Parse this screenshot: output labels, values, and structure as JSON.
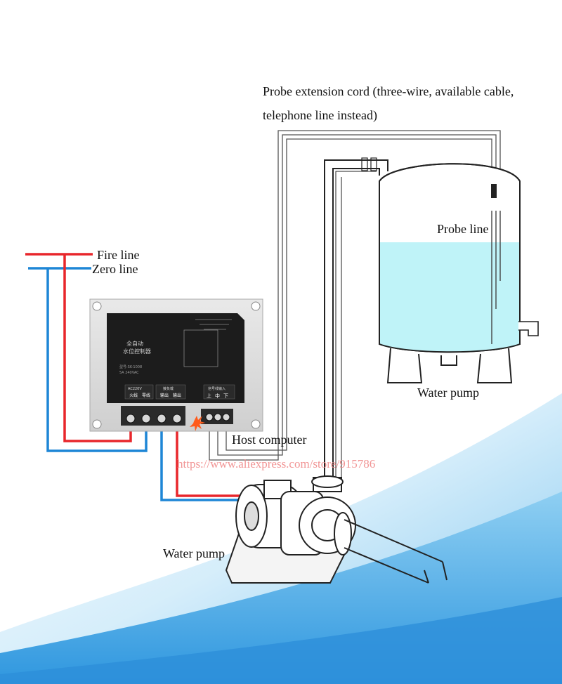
{
  "labels": {
    "probe_extension": "Probe extension cord (three-wire, available cable,",
    "probe_extension_2": "telephone line instead)",
    "probe_line": "Probe line",
    "fire_line": "Fire line",
    "zero_line": "Zero line",
    "water_pump_tank": "Water pump",
    "host_computer": "Host computer",
    "water_pump_bottom": "Water pump"
  },
  "watermark": "https://www.aliexpress.com/store/915786",
  "controller": {
    "title_line1": "全自动",
    "title_line2": "水位控制器",
    "spec_line1": "型号:SK-1008",
    "spec_line2": "5A 240VAC",
    "section_power": "AC220V",
    "section_load": "接负载",
    "section_signal": "信号线输入",
    "terminal_labels": [
      "火线",
      "零线",
      "输出",
      "输出"
    ],
    "signal_labels": [
      "上",
      "中",
      "下"
    ]
  },
  "colors": {
    "fire_wire": "#e8262b",
    "zero_wire": "#1e86d6",
    "water": "#bff3f8",
    "background_wave": "#3aa6e6"
  }
}
